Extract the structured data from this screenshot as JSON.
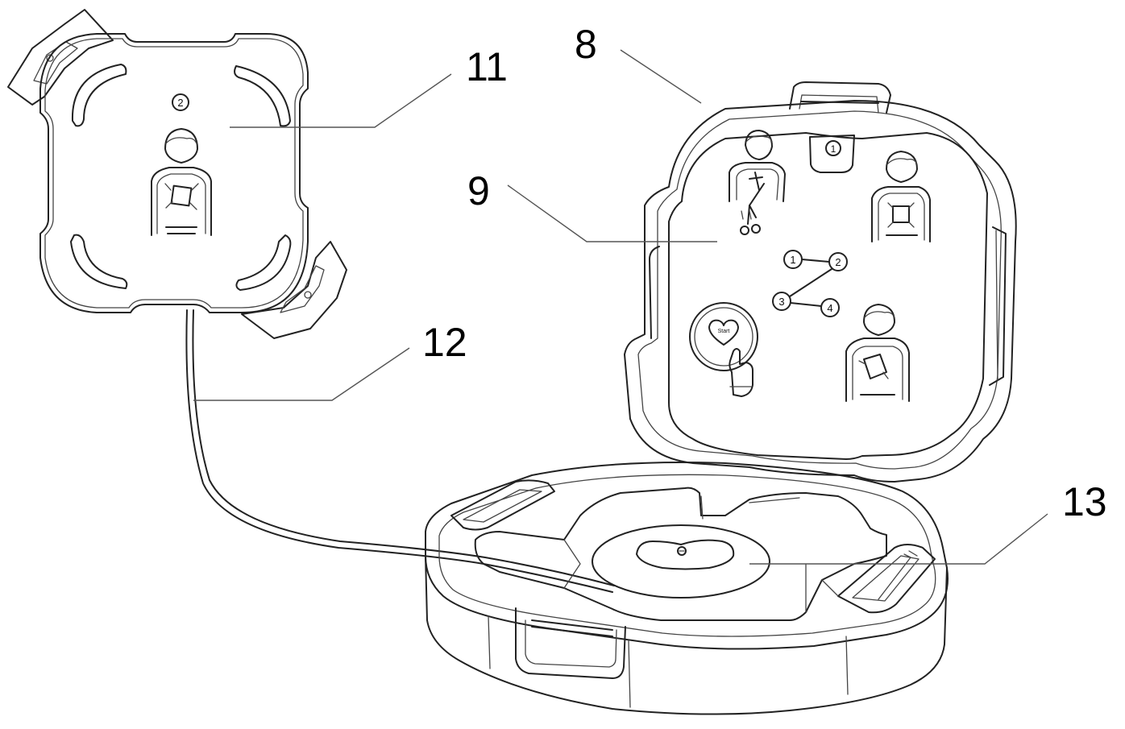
{
  "labels": {
    "pad_cover": "11",
    "case_lid": "8",
    "lid_insert": "9",
    "cable": "12",
    "case_base": "13"
  },
  "step_numbers": [
    "1",
    "2",
    "3",
    "4"
  ],
  "pad_step": "2",
  "lid_step": "1",
  "start_button": "Start"
}
